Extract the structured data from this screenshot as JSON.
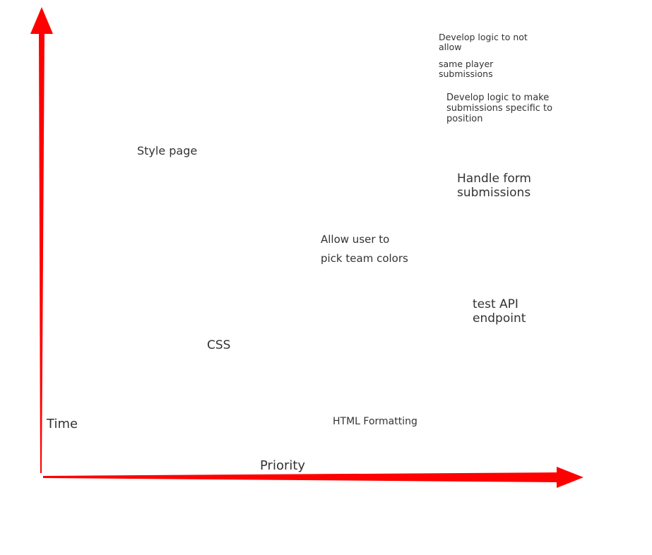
{
  "axes": {
    "y_label": "Time",
    "x_label": "Priority",
    "arrow_color": "#ff0000"
  },
  "tasks": [
    {
      "id": "same-player",
      "lines": [
        "Develop logic to not",
        "allow"
      ]
    },
    {
      "id": "same-player-2",
      "lines": [
        "same player",
        "submissions"
      ]
    },
    {
      "id": "position",
      "lines": [
        "Develop logic to make",
        "submissions specific to",
        "position"
      ]
    },
    {
      "id": "style",
      "lines": [
        "Style page"
      ]
    },
    {
      "id": "form",
      "lines": [
        "Handle form",
        "submissions"
      ]
    },
    {
      "id": "colors-1",
      "lines": [
        "Allow user to"
      ]
    },
    {
      "id": "colors-2",
      "lines": [
        "pick team colors"
      ]
    },
    {
      "id": "api",
      "lines": [
        "test API",
        "endpoint"
      ]
    },
    {
      "id": "css",
      "lines": [
        "CSS"
      ]
    },
    {
      "id": "html",
      "lines": [
        "HTML Formatting"
      ]
    }
  ]
}
